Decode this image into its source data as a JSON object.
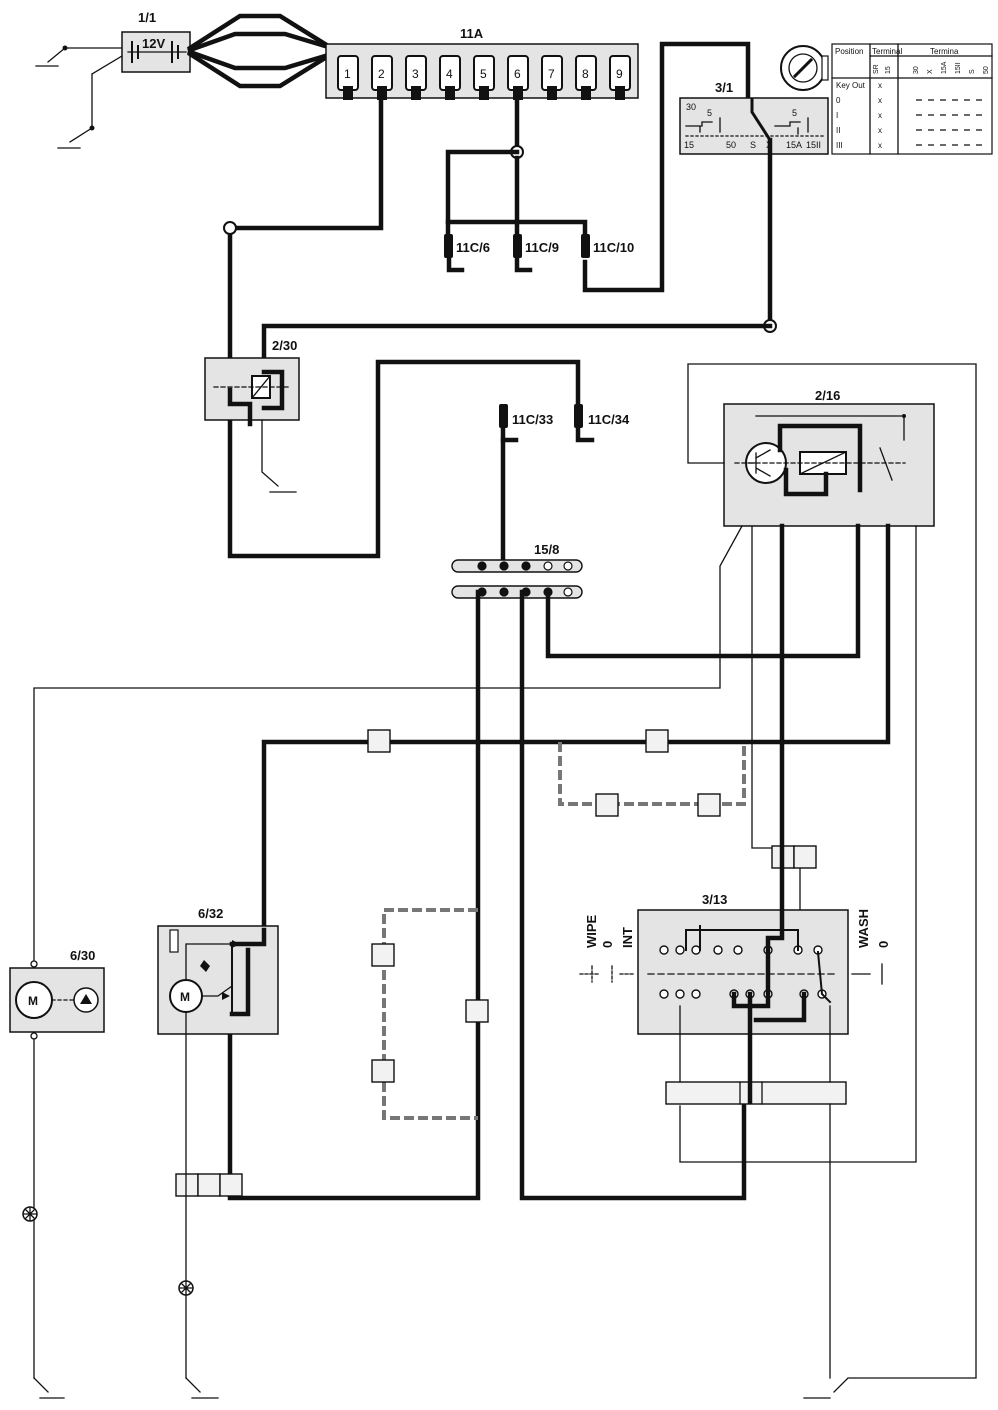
{
  "components": {
    "battery": {
      "id": "1/1",
      "voltage": "12V"
    },
    "fuse_box": {
      "id": "11A",
      "fuses": [
        "1",
        "2",
        "3",
        "4",
        "5",
        "6",
        "7",
        "8",
        "9"
      ]
    },
    "connectors_top": [
      "11C/6",
      "11C/9",
      "11C/10"
    ],
    "ignition_switch": {
      "id": "3/1",
      "terminals": [
        "30",
        "5",
        "5",
        "15",
        "50",
        "S",
        "X",
        "15A",
        "15II"
      ],
      "table": {
        "header_position": "Position",
        "header_terminal": "Terminal",
        "header_terminal2": "Termina",
        "col_a": [
          "SR",
          "15"
        ],
        "col_b": [
          "30",
          "X",
          "15A",
          "15II",
          "S",
          "50"
        ],
        "rows": [
          "Key Out",
          "0",
          "I",
          "II",
          "III"
        ]
      }
    },
    "relay_2_30": {
      "id": "2/30"
    },
    "connectors_mid": [
      "11C/33",
      "11C/34"
    ],
    "wiper_relay": {
      "id": "2/16"
    },
    "junction": {
      "id": "15/8"
    },
    "washer_motor": {
      "id": "6/30",
      "symbol": "M"
    },
    "wiper_motor": {
      "id": "6/32",
      "symbol": "M"
    },
    "switch": {
      "id": "3/13",
      "left_label": "WIPE",
      "left_positions": [
        "0",
        "INT"
      ],
      "right_label": "WASH",
      "right_position": "0"
    }
  }
}
